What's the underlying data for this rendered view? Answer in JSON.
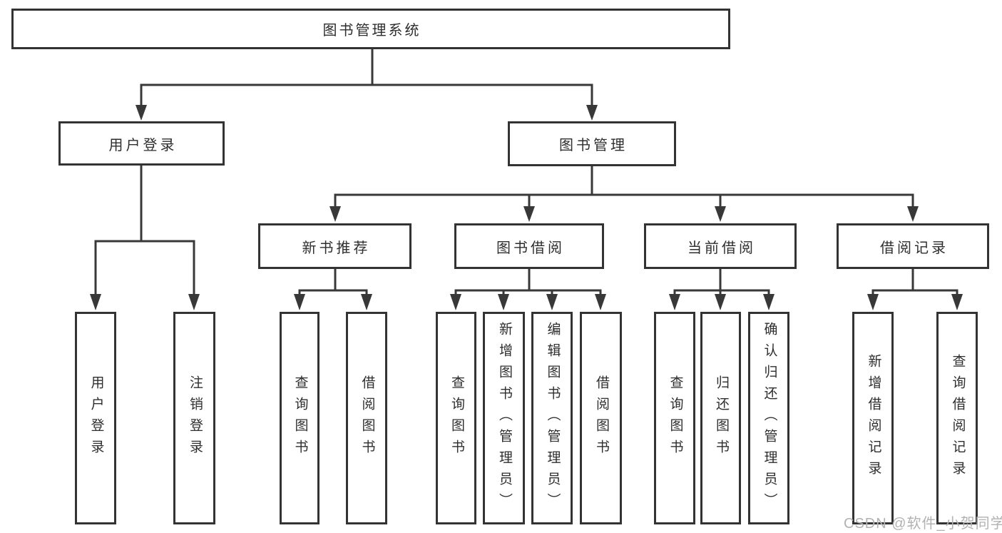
{
  "colors": {
    "line": "#383838",
    "box_border": "#333333",
    "text": "#2e2e2e",
    "background": "#ffffff",
    "watermark_text": "#b2b2b2"
  },
  "root": {
    "label": "图书管理系统"
  },
  "branches": [
    {
      "label": "用户登录",
      "children": [
        {
          "label": "用户登录"
        },
        {
          "label": "注销登录"
        }
      ]
    },
    {
      "label": "图书管理",
      "children": [
        {
          "label": "新书推荐",
          "children": [
            {
              "label": "查询图书"
            },
            {
              "label": "借阅图书"
            }
          ]
        },
        {
          "label": "图书借阅",
          "children": [
            {
              "label": "查询图书"
            },
            {
              "label": "新增图书（管理员）"
            },
            {
              "label": "编辑图书（管理员）"
            },
            {
              "label": "借阅图书"
            }
          ]
        },
        {
          "label": "当前借阅",
          "children": [
            {
              "label": "查询图书"
            },
            {
              "label": "归还图书"
            },
            {
              "label": "确认归还（管理员）"
            }
          ]
        },
        {
          "label": "借阅记录",
          "children": [
            {
              "label": "新增借阅记录"
            },
            {
              "label": "查询借阅记录"
            }
          ]
        }
      ]
    }
  ],
  "watermark": {
    "text": "CSDN @软件_小贺同学"
  }
}
